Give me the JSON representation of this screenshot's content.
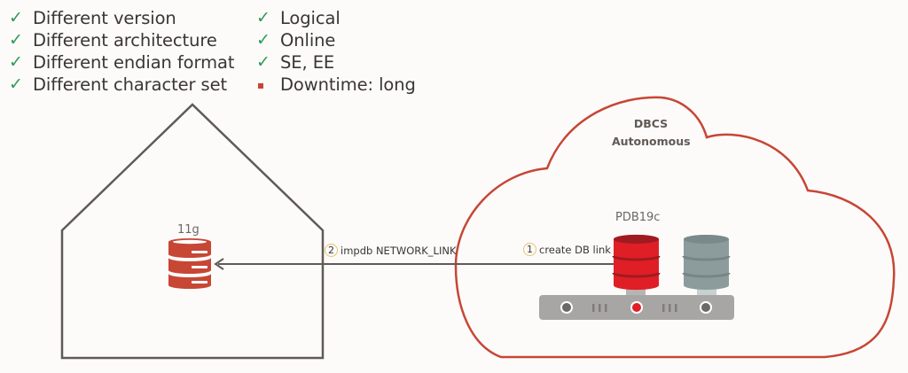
{
  "features": {
    "left": [
      {
        "icon": "check",
        "label": "Different version"
      },
      {
        "icon": "check",
        "label": "Different architecture"
      },
      {
        "icon": "check",
        "label": "Different endian format"
      },
      {
        "icon": "check",
        "label": "Different character set"
      }
    ],
    "right": [
      {
        "icon": "check",
        "label": "Logical"
      },
      {
        "icon": "check",
        "label": "Online"
      },
      {
        "icon": "check",
        "label": "SE, EE"
      },
      {
        "icon": "bullet",
        "label": "Downtime: long"
      }
    ],
    "check_glyph": "✓"
  },
  "on_premises": {
    "database_label": "11g"
  },
  "cloud": {
    "title_line1": "DBCS",
    "title_line2": "Autonomous",
    "database_label": "PDB19c"
  },
  "steps": [
    {
      "number": "1",
      "label": "create DB link"
    },
    {
      "number": "2",
      "label": "impdb NETWORK_LINK"
    }
  ],
  "colors": {
    "check": "#2e9a55",
    "bullet": "#c74634",
    "cloud_outline": "#c74634",
    "house_outline": "#5f5b57",
    "db_11g": "#c74634",
    "db_pdb": "#e01e26",
    "db_inactive": "#8c9c9c",
    "server_rack": "#a8a6a5",
    "step_circle": "#e8c36a"
  }
}
